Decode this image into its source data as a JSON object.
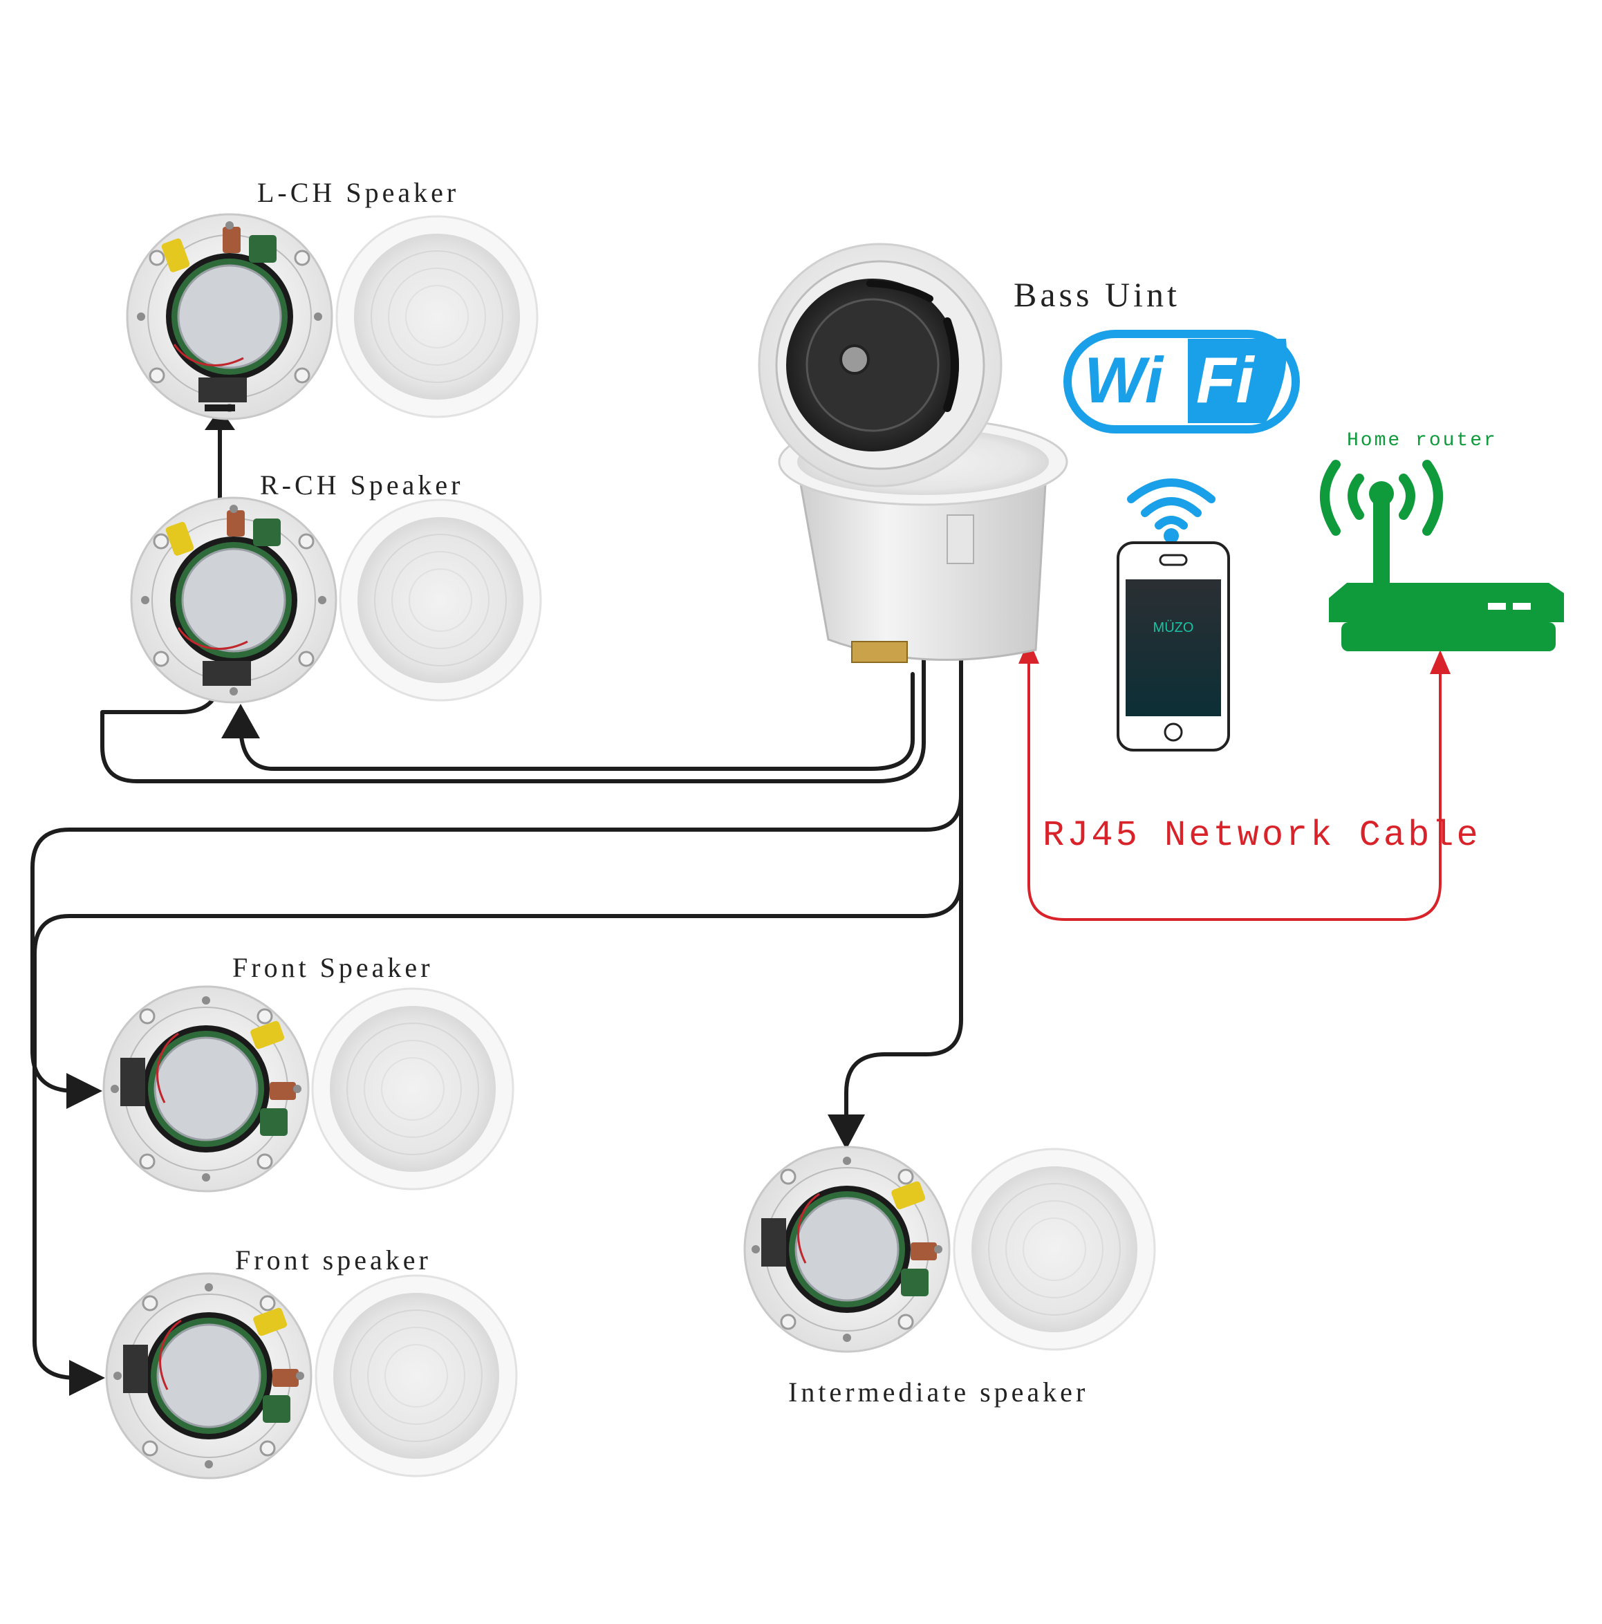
{
  "labels": {
    "lch": "L-CH Speaker",
    "rch": "R-CH Speaker",
    "front1": "Front Speaker",
    "front2": "Front speaker",
    "intermediate": "Intermediate speaker",
    "bass": "Bass Uint",
    "router": "Home router",
    "cable": "RJ45 Network Cable"
  },
  "wifi_logo": {
    "left": "Wi",
    "right": "Fi"
  },
  "phone_app": "MÜZO",
  "colors": {
    "wifi_blue": "#1aa0e8",
    "router_green": "#0f9a3c",
    "cable_red": "#d8232a",
    "wire_black": "#1d1d1d"
  }
}
